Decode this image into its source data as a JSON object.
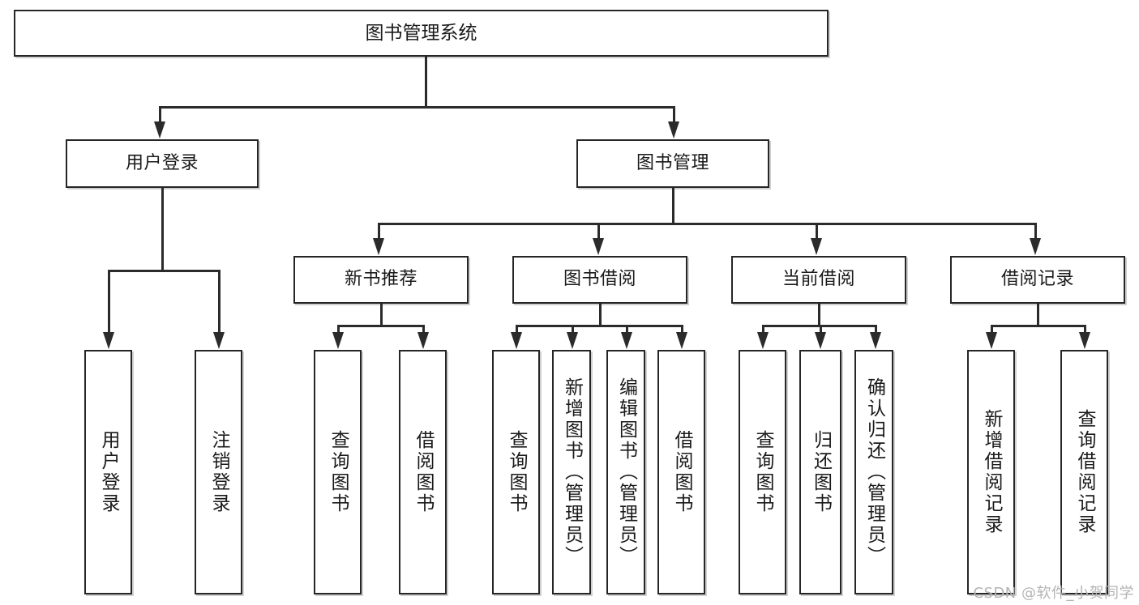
{
  "diagram": {
    "type": "tree",
    "title": "图书管理系统",
    "watermark": "CSDN @软件_小贺同学",
    "root": {
      "label": "图书管理系统"
    },
    "level2": [
      {
        "label": "用户登录"
      },
      {
        "label": "图书管理"
      }
    ],
    "level3": [
      {
        "label": "新书推荐"
      },
      {
        "label": "图书借阅"
      },
      {
        "label": "当前借阅"
      },
      {
        "label": "借阅记录"
      }
    ],
    "leaves": {
      "user_login": [
        {
          "label": "用户登录"
        },
        {
          "label": "注销登录"
        }
      ],
      "new_book_rec": [
        {
          "label": "查询图书"
        },
        {
          "label": "借阅图书"
        }
      ],
      "book_borrow": [
        {
          "label": "查询图书"
        },
        {
          "label": "新增图书（管理员）"
        },
        {
          "label": "编辑图书（管理员）"
        },
        {
          "label": "借阅图书"
        }
      ],
      "current_borrow": [
        {
          "label": "查询图书"
        },
        {
          "label": "归还图书"
        },
        {
          "label": "确认归还（管理员）"
        }
      ],
      "borrow_record": [
        {
          "label": "新增借阅记录"
        },
        {
          "label": "查询借阅记录"
        }
      ]
    },
    "colors": {
      "box_border": "#262626",
      "connector": "#2b2b2b",
      "background": "#ffffff",
      "watermark": "#b4b4b4"
    }
  }
}
